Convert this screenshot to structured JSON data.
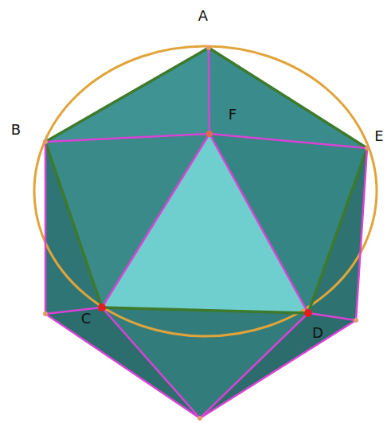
{
  "diagram": {
    "labels": [
      "A",
      "B",
      "F",
      "E",
      "C",
      "D"
    ]
  }
}
